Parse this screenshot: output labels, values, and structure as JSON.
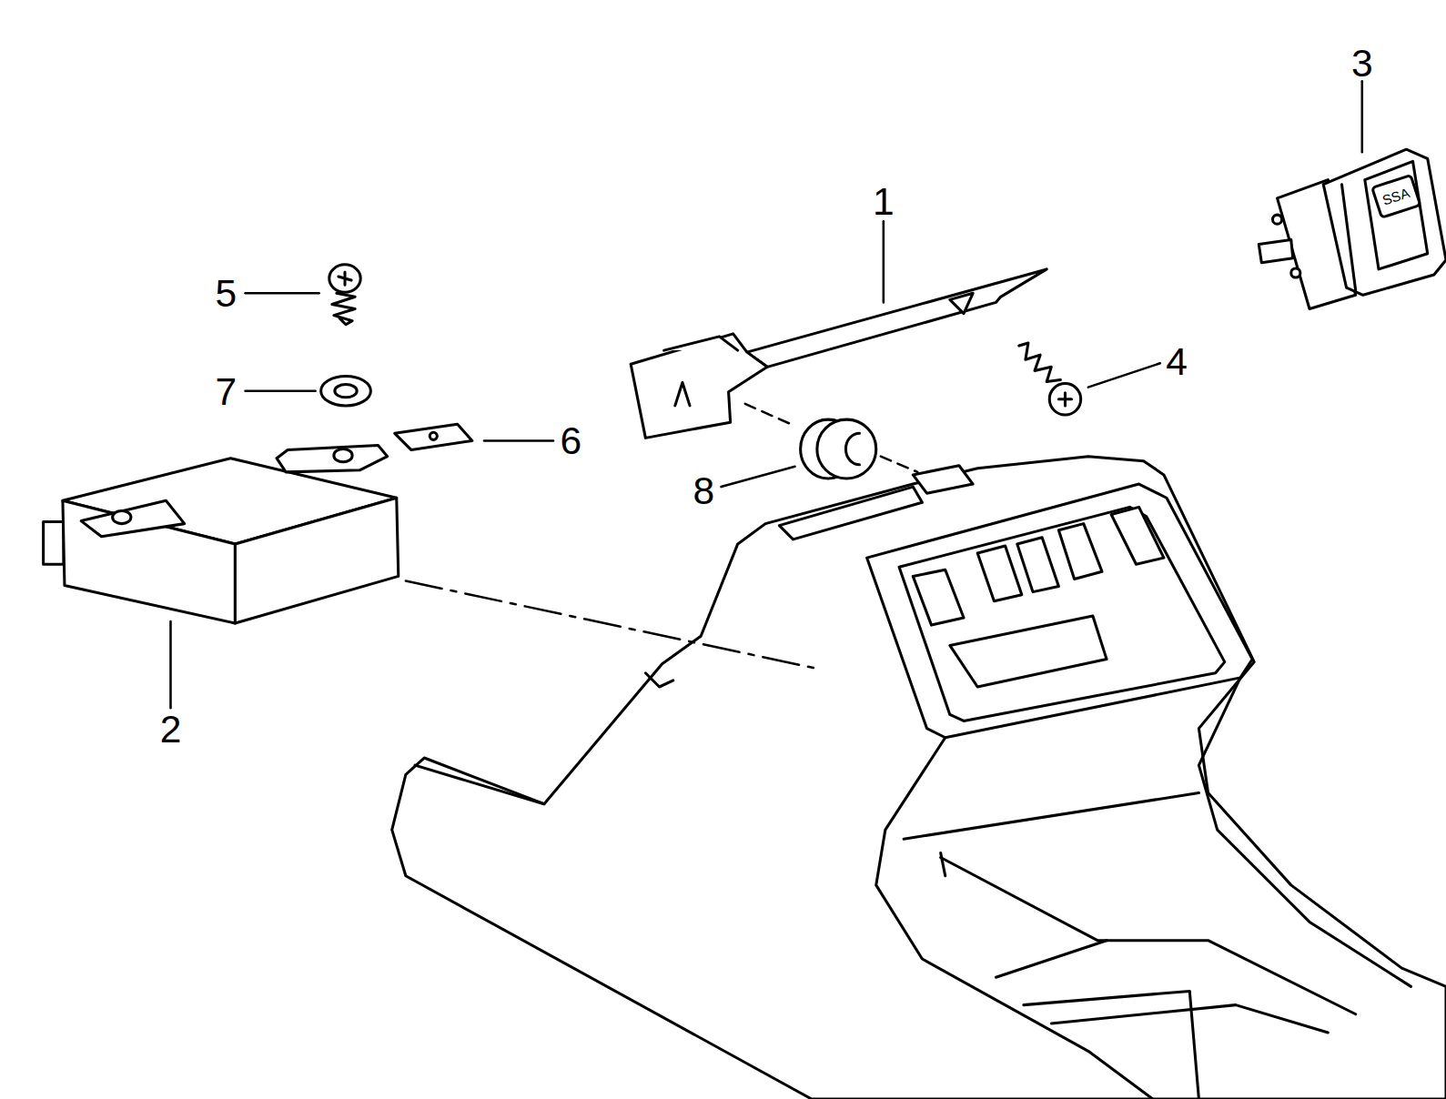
{
  "diagram": {
    "labels": [
      "3",
      "1",
      "5",
      "4",
      "7",
      "6",
      "8",
      "2",
      "SSA"
    ]
  }
}
